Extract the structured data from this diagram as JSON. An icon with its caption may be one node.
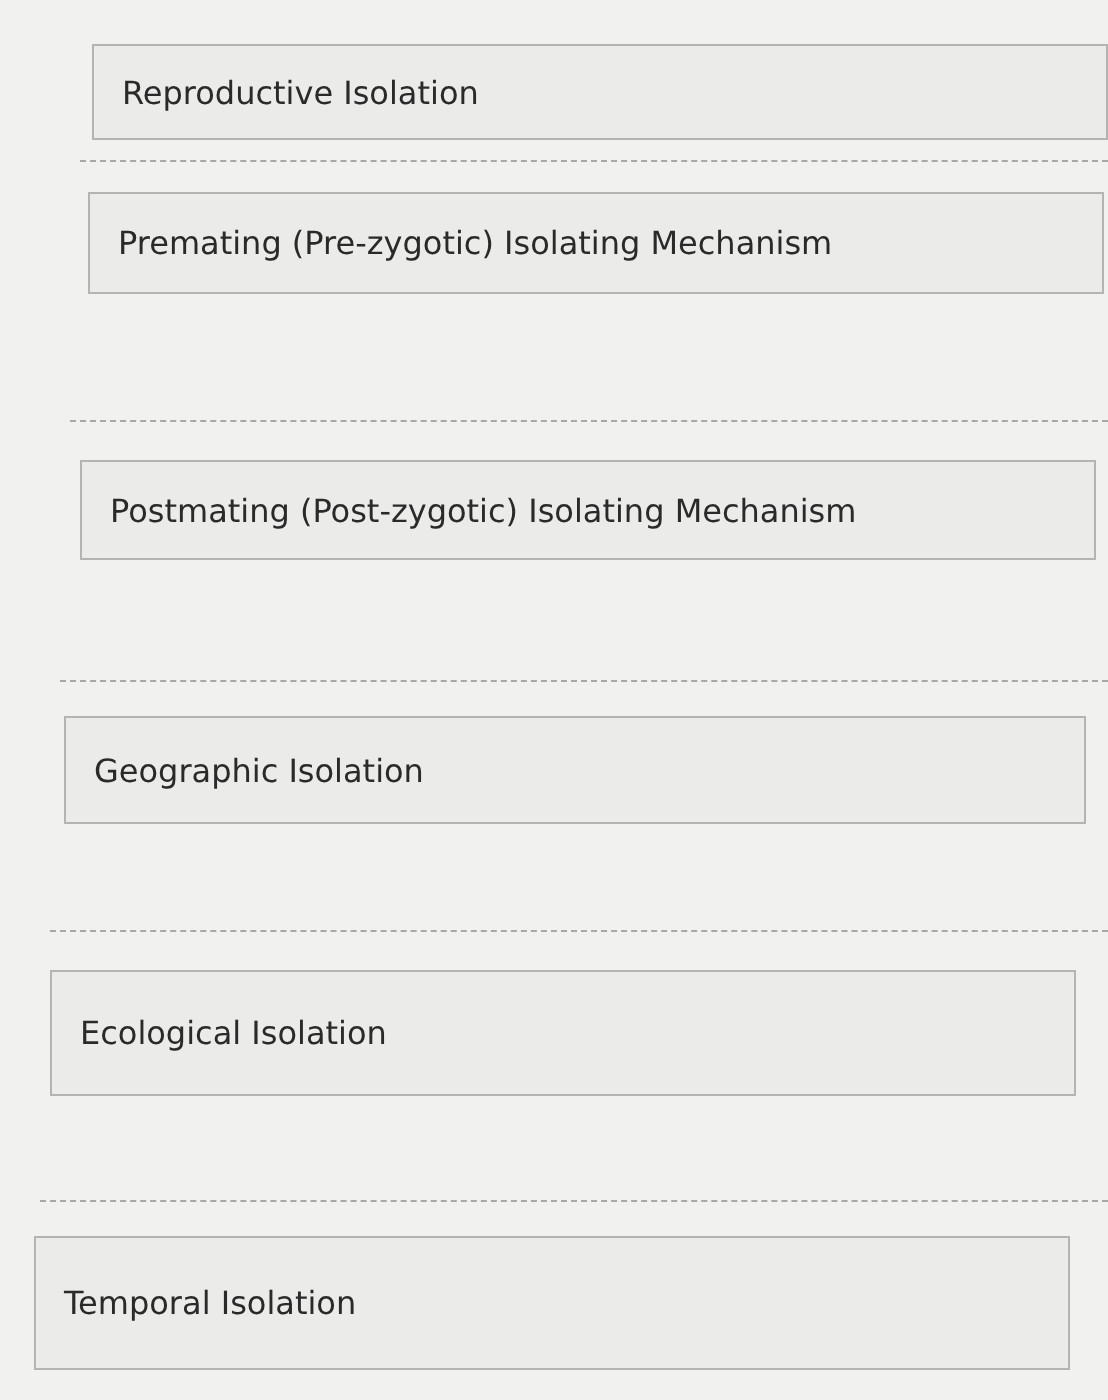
{
  "diagram": {
    "nodes": [
      {
        "text": [
          "Reproductive Isolation"
        ]
      },
      {
        "text": [
          "Premating (Pre-zygotic) Isolating Mechanism"
        ]
      },
      {
        "text": [
          "Postmating (Post-zygotic) Isolating Mechanism"
        ]
      },
      {
        "text": [
          "Geographic Isolation"
        ]
      },
      {
        "text": [
          "Ecological Isolation"
        ]
      },
      {
        "text": [
          "Temporal Isolation"
        ]
      }
    ],
    "edges": []
  }
}
